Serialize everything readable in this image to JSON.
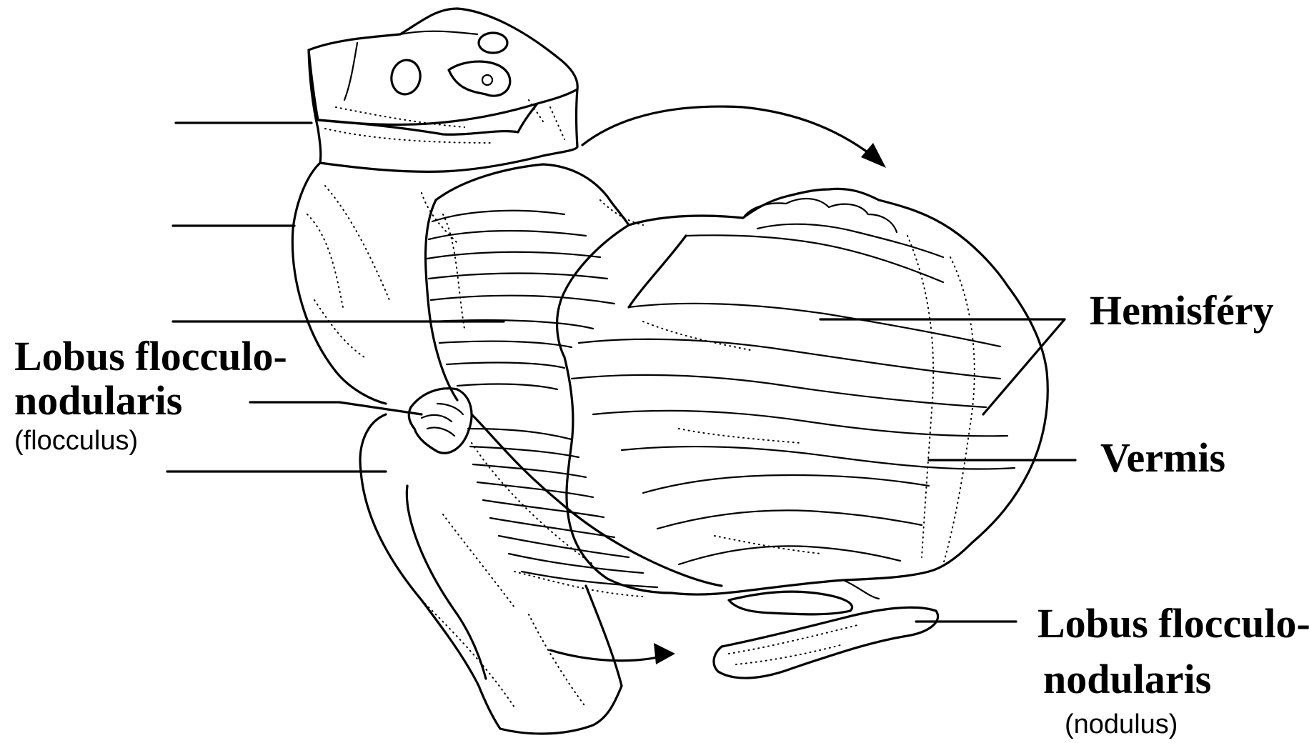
{
  "labels": {
    "left_lobus_line1": "Lobus flocculo-",
    "left_lobus_line2": "nodularis",
    "left_lobus_sub": "(flocculus)",
    "hemisfery": "Hemisféry",
    "vermis": "Vermis",
    "right_lobus_line1": "Lobus flocculo-",
    "right_lobus_line2": "nodularis",
    "right_lobus_sub": "(nodulus)"
  },
  "colors": {
    "ink": "#000000",
    "background": "#ffffff"
  }
}
